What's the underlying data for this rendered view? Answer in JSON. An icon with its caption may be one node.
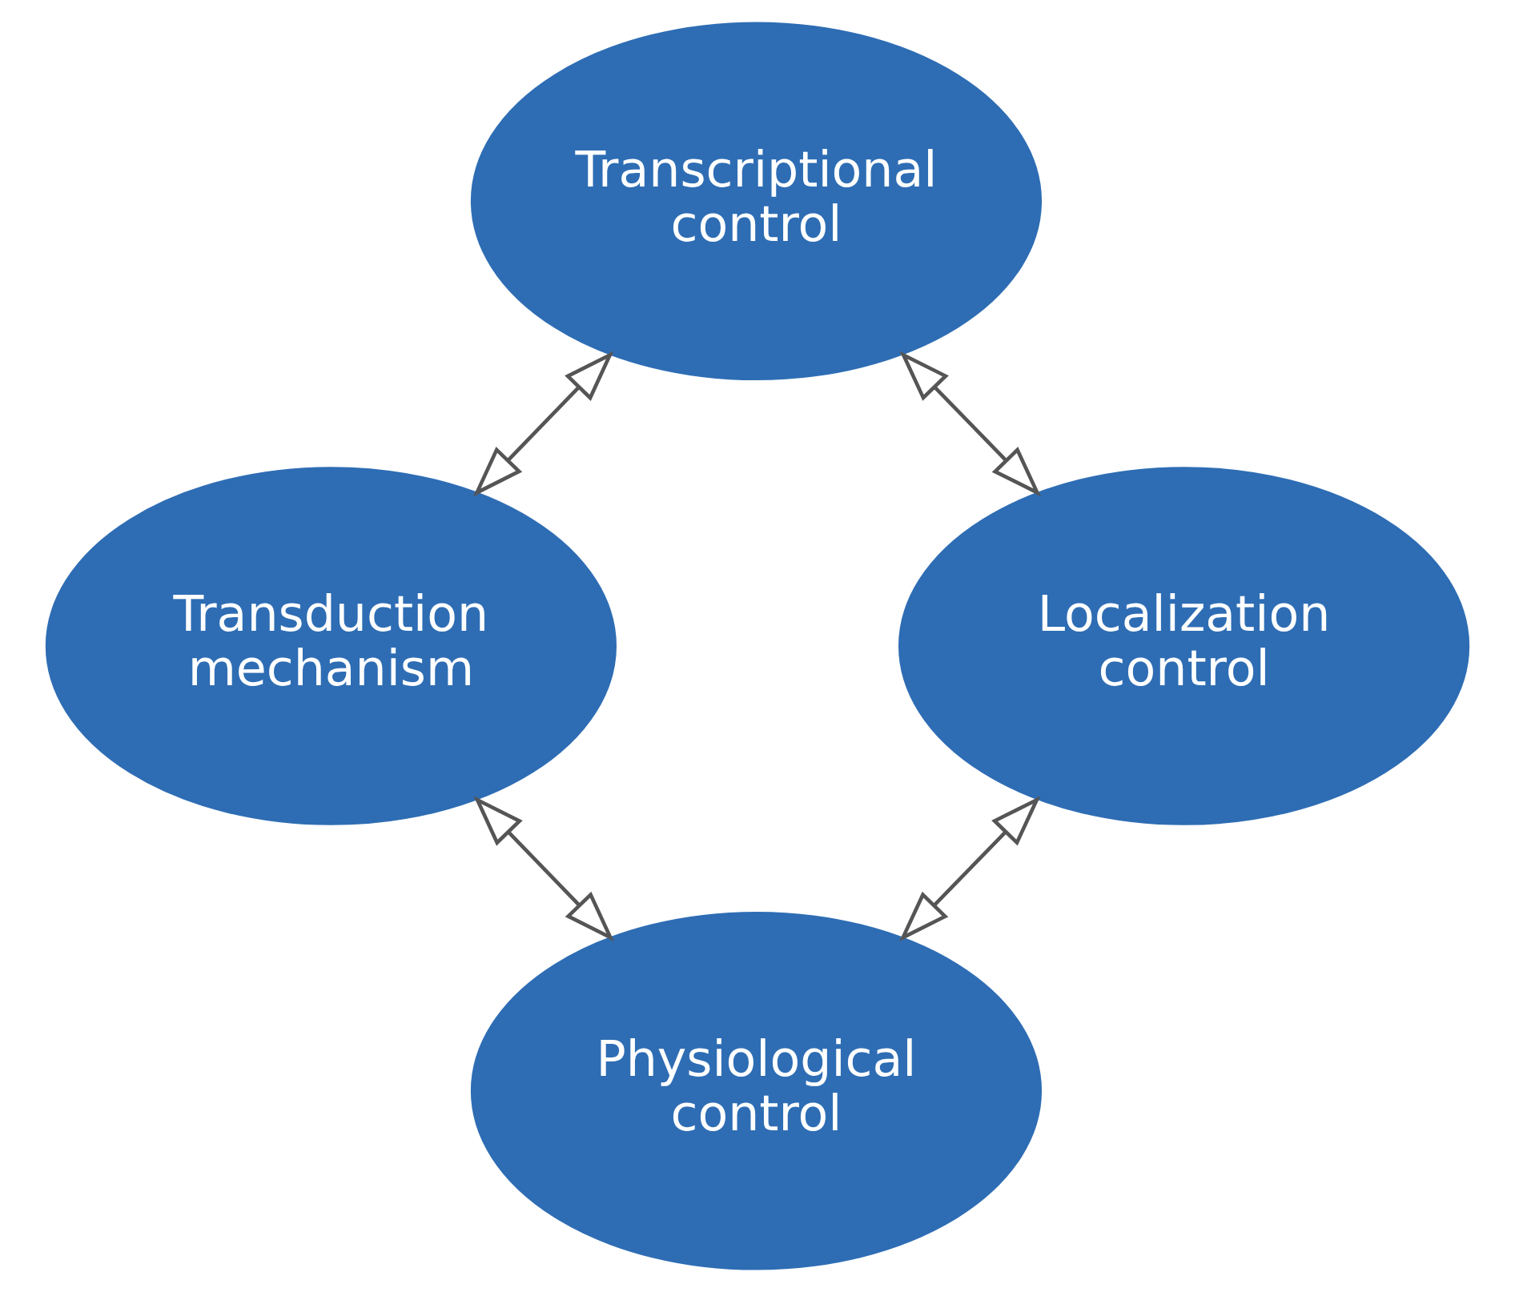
{
  "diagram": {
    "nodes": [
      {
        "text": [
          "Transcriptional control"
        ]
      },
      {
        "text": [
          "Transduction mechanism"
        ]
      },
      {
        "text": [
          "Localization control"
        ]
      },
      {
        "text": [
          "Physiological control"
        ]
      }
    ],
    "edges": [
      {
        "from": 0,
        "to": 1,
        "arrow": "both"
      },
      {
        "from": 0,
        "to": 2,
        "arrow": "both"
      },
      {
        "from": 1,
        "to": 3,
        "arrow": "both"
      },
      {
        "from": 2,
        "to": 3,
        "arrow": "both"
      }
    ]
  }
}
